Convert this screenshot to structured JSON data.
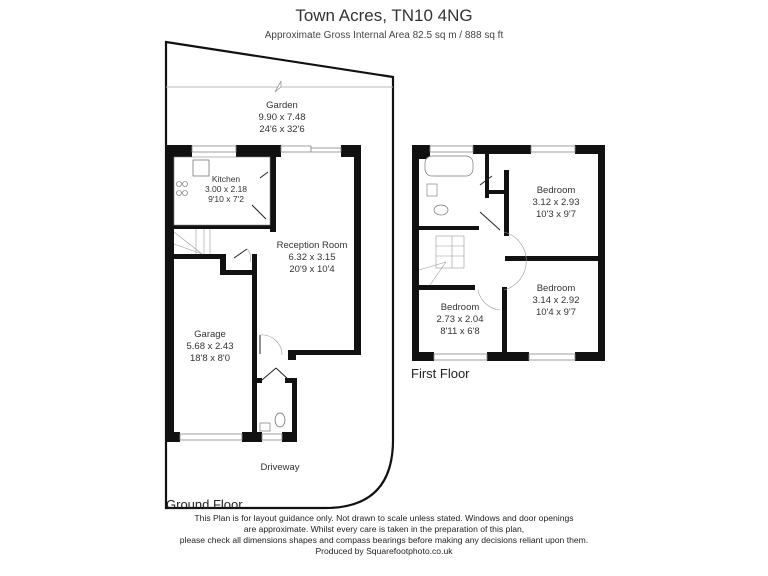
{
  "header": {
    "title": "Town Acres, TN10 4NG",
    "subtitle": "Approximate Gross Internal Area  82.5 sq m / 888 sq ft"
  },
  "ground_floor": {
    "label": "Ground Floor",
    "rooms": [
      {
        "name": "Garden",
        "metric": "9.90 x 7.48",
        "imperial": "24'6 x 32'6"
      },
      {
        "name": "Kitchen",
        "metric": "3.00 x 2.18",
        "imperial": "9'10 x 7'2"
      },
      {
        "name": "Reception Room",
        "metric": "6.32 x 3.15",
        "imperial": "20'9 x 10'4"
      },
      {
        "name": "Garage",
        "metric": "5.68 x 2.43",
        "imperial": "18'8 x 8'0"
      },
      {
        "name": "Driveway"
      }
    ]
  },
  "first_floor": {
    "label": "First Floor",
    "rooms": [
      {
        "name": "Bedroom",
        "metric": "3.12 x 2.93",
        "imperial": "10'3 x 9'7"
      },
      {
        "name": "Bedroom",
        "metric": "3.14 x 2.92",
        "imperial": "10'4 x 9'7"
      },
      {
        "name": "Bedroom",
        "metric": "2.73 x 2.04",
        "imperial": "8'11 x 6'8"
      }
    ]
  },
  "footer": {
    "line1": "This Plan is for layout guidance only. Not drawn to scale unless stated. Windows and door openings",
    "line2": "are approximate. Whilst every care is taken in the preparation of this plan,",
    "line3": "please check all dimensions shapes and compass bearings before making any decisions reliant upon them.",
    "line4": "Produced by Squarefootphoto.co.uk"
  }
}
